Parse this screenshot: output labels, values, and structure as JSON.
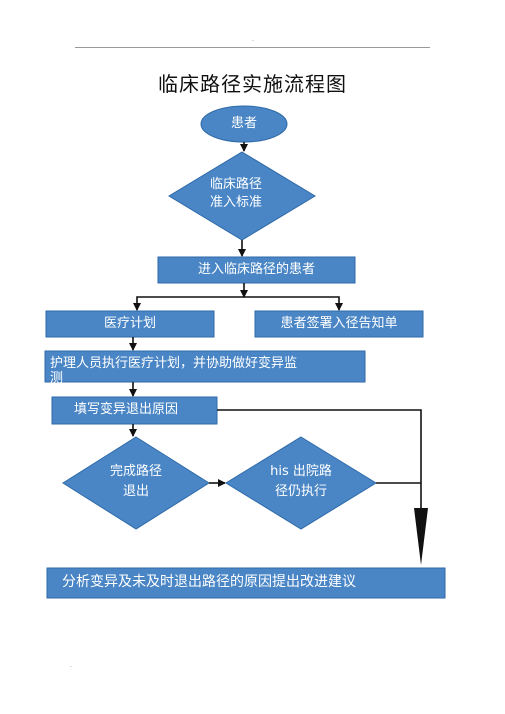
{
  "header": {
    "mark_top": ".",
    "mark_bottom": "."
  },
  "title": "临床路径实施流程图",
  "colors": {
    "node_fill": "#4a86c6",
    "node_stroke": "#2f6aa8",
    "text": "#ffffff",
    "arrow": "#111111"
  },
  "nodes": {
    "patient": "患者",
    "entry_criteria": "临床路径\n准入标准",
    "enrolled_patient": "进入临床路径的患者",
    "medical_plan": "医疗计划",
    "informed_consent": "患者签署入径告知单",
    "nursing_execution": "护理人员执行医疗计划，并协助做好变异监\n测",
    "variance_form": "填写变异退出原因",
    "complete_path_exit": "完成路径\n退出",
    "his_discharge": "his 出院路\n径仍执行",
    "analysis": "分析变异及未及时退出路径的原因提出改进建议"
  }
}
